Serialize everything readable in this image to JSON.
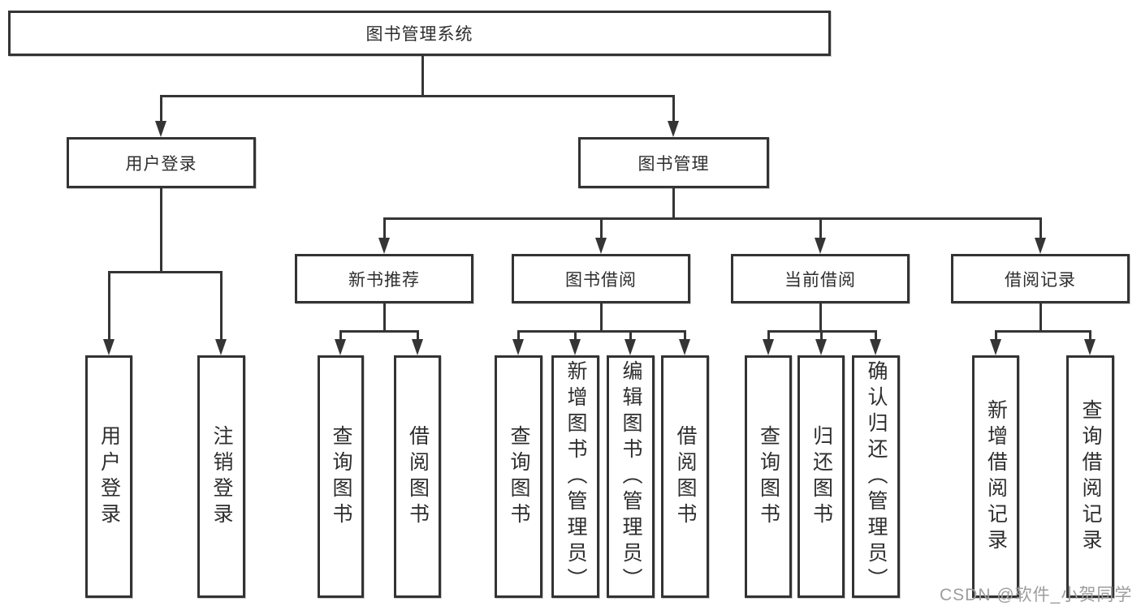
{
  "diagram": {
    "root": {
      "label": "图书管理系统",
      "children": [
        {
          "label": "用户登录",
          "children": [
            {
              "label": "用户登录"
            },
            {
              "label": "注销登录"
            }
          ]
        },
        {
          "label": "图书管理",
          "children": [
            {
              "label": "新书推荐",
              "children": [
                {
                  "label": "查询图书"
                },
                {
                  "label": "借阅图书"
                }
              ]
            },
            {
              "label": "图书借阅",
              "children": [
                {
                  "label": "查询图书"
                },
                {
                  "label": "新增图书（管理员）"
                },
                {
                  "label": "编辑图书（管理员）"
                },
                {
                  "label": "借阅图书"
                }
              ]
            },
            {
              "label": "当前借阅",
              "children": [
                {
                  "label": "查询图书"
                },
                {
                  "label": "归还图书"
                },
                {
                  "label": "确认归还（管理员）"
                }
              ]
            },
            {
              "label": "借阅记录",
              "children": [
                {
                  "label": "新增借阅记录"
                },
                {
                  "label": "查询借阅记录"
                }
              ]
            }
          ]
        }
      ]
    },
    "line_color": "#353535",
    "box_border_color": "#333333",
    "text_color": "#2e2e2e"
  },
  "watermark": {
    "text": "CSDN @软件_小贺同学"
  }
}
